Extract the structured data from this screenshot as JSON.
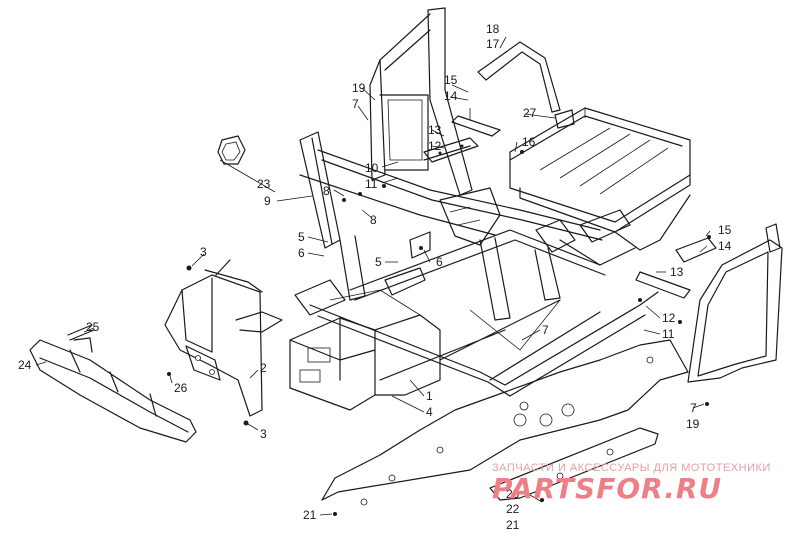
{
  "callouts": [
    "1",
    "2",
    "3",
    "4",
    "5",
    "6",
    "7",
    "8",
    "9",
    "10",
    "11",
    "12",
    "13",
    "14",
    "15",
    "16",
    "17",
    "18",
    "19",
    "20",
    "21",
    "22",
    "23",
    "24",
    "25",
    "26",
    "27"
  ],
  "watermark": {
    "caption": "ЗАПЧАСТИ И АКСЕССУАРЫ ДЛЯ МОТОТЕХНИКИ",
    "logo": "PARTSFOR.RU"
  },
  "colors": {
    "linework": "#1a1a1a",
    "watermark_caption": "#e3a0a4",
    "watermark_logo": "#ef7f86"
  }
}
